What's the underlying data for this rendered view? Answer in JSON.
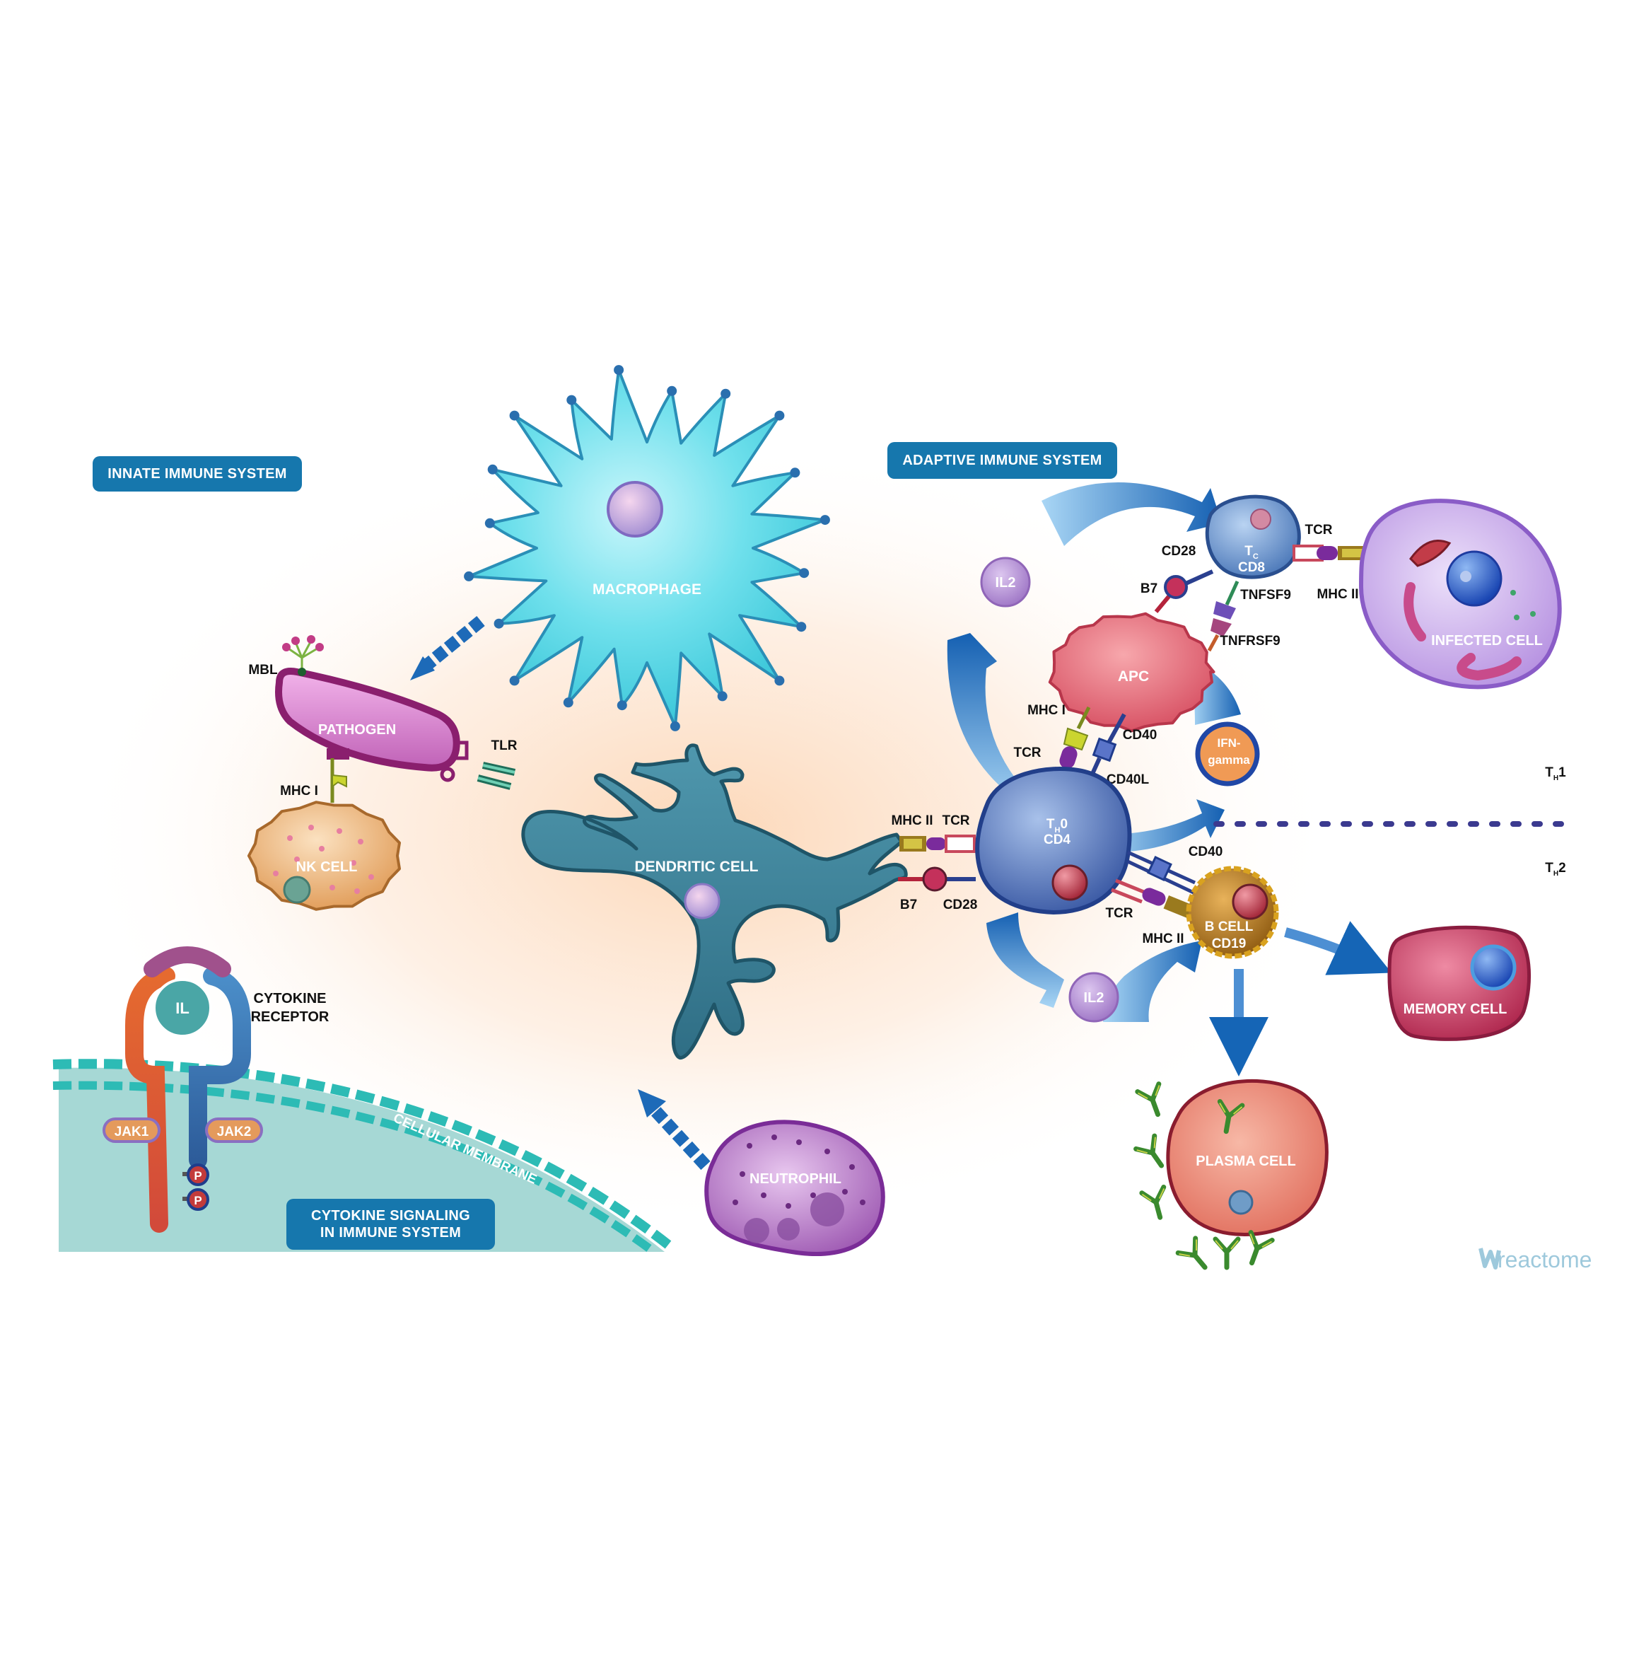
{
  "sections": {
    "innate": "INNATE IMMUNE SYSTEM",
    "adaptive": "ADAPTIVE IMMUNE SYSTEM",
    "cytokine_line1": "CYTOKINE SIGNALING",
    "cytokine_line2": "IN IMMUNE SYSTEM"
  },
  "cells": {
    "macrophage": "MACROPHAGE",
    "pathogen": "PATHOGEN",
    "nk_cell": "NK CELL",
    "dendritic_cell": "DENDRITIC CELL",
    "neutrophil": "NEUTROPHIL",
    "apc": "APC",
    "th0_t": "T",
    "th0_sub": "H",
    "th0_rest": "0",
    "th0_cd4": "CD4",
    "tc_t": "T",
    "tc_sub": "C",
    "tc_cd8": "CD8",
    "infected_cell": "INFECTED CELL",
    "b_cell": "B CELL",
    "b_cell_cd19": "CD19",
    "memory_cell": "MEMORY CELL",
    "plasma_cell": "PLASMA CELL"
  },
  "molecules": {
    "mbl": "MBL",
    "mhc1_nk": "MHC I",
    "tlr": "TLR",
    "il": "IL",
    "cytokine_receptor_1": "CYTOKINE",
    "cytokine_receptor_2": "RECEPTOR",
    "jak1": "JAK1",
    "jak2": "JAK2",
    "p1": "P",
    "p2": "P",
    "cellular_membrane": "CELLULAR MEMBRANE",
    "mhc2_dc": "MHC II",
    "tcr_dc": "TCR",
    "b7_dc": "B7",
    "cd28_dc": "CD28",
    "mhc1_apc": "MHC I",
    "tcr_apc": "TCR",
    "cd40_apc": "CD40",
    "cd40l": "CD40L",
    "cd28_tc": "CD28",
    "b7_tc": "B7",
    "tnfsf9": "TNFSF9",
    "tnfrsf9": "TNFRSF9",
    "tcr_infected": "TCR",
    "mhc2_infected": "MHC II",
    "il2_top": "IL2",
    "il2_bottom": "IL2",
    "ifn_1": "IFN-",
    "ifn_2": "gamma",
    "cd40_b": "CD40",
    "tcr_b": "TCR",
    "mhc2_b": "MHC II",
    "th1_t": "T",
    "th1_sub": "H",
    "th1_num": "1",
    "th2_t": "T",
    "th2_sub": "H",
    "th2_num": "2"
  },
  "logo": "reactome",
  "colors": {
    "badge": "#1677ad",
    "macrophage": "#4fd3e3",
    "pathogen": "#d07cc6",
    "nk_cell": "#e8b070",
    "dendritic": "#3a7f97",
    "neutrophil": "#b97bc6",
    "apc": "#e66a78",
    "th0": "#5a7cbd",
    "tc": "#5e8cc7",
    "infected": "#c7a6e6",
    "b_cell": "#b07a1e",
    "memory": "#c13d62",
    "plasma": "#e77e6c",
    "arrow": "#1565b6",
    "il2": "#b58fd0"
  },
  "icons": [
    "antibody-icon",
    "dashed-arrow-icon",
    "curved-arrow-icon",
    "reactome-logo-icon"
  ]
}
